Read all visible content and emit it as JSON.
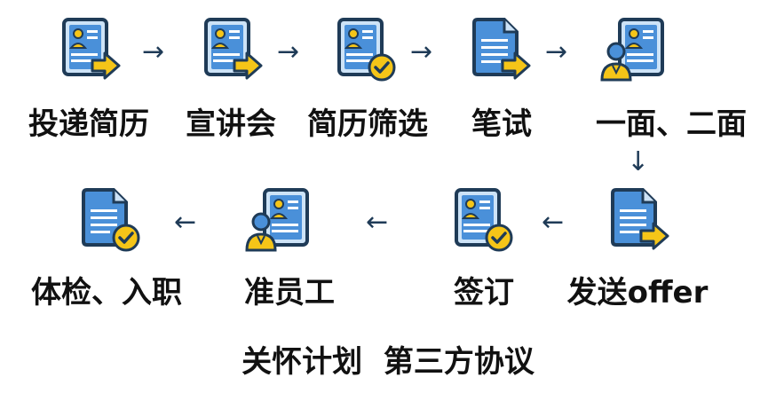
{
  "steps_row1": [
    {
      "label": "投递简历",
      "icon": "resume-arrow-icon"
    },
    {
      "label": "宣讲会",
      "icon": "resume-arrow-icon"
    },
    {
      "label": "简历筛选",
      "icon": "resume-check-icon"
    },
    {
      "label": "笔试",
      "icon": "document-arrow-icon"
    },
    {
      "label": "一面、二面",
      "icon": "interviewer-resume-icon"
    }
  ],
  "steps_row2": [
    {
      "label": "体检、入职",
      "icon": "document-check-icon"
    },
    {
      "label": "准员工",
      "icon": "interviewer-resume-icon"
    },
    {
      "label": "签订",
      "icon": "resume-check-icon"
    },
    {
      "label": "发送offer",
      "icon": "document-arrow-icon"
    }
  ],
  "footer": {
    "text": "关怀计划  第三方协议"
  },
  "arrows": {
    "right": "→",
    "left": "←",
    "down": "↓"
  },
  "colors": {
    "icon_blue": "#4a90d9",
    "icon_dark": "#1f3b57",
    "icon_yellow": "#f5c518",
    "text": "#111111"
  }
}
